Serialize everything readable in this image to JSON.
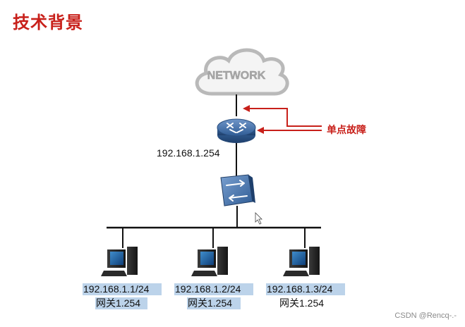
{
  "title": "技术背景",
  "cloud_label": "NETWORK",
  "callout_label": "单点故障",
  "router_ip": "192.168.1.254",
  "hosts": [
    {
      "ip": "192.168.1.1/24",
      "gateway": "网关1.254",
      "ip_highlight": true,
      "gateway_highlight": true
    },
    {
      "ip": "192.168.1.2/24",
      "gateway": "网关1.254",
      "ip_highlight": true,
      "gateway_highlight": true
    },
    {
      "ip": "192.168.1.3/24",
      "gateway": "网关1.254",
      "ip_highlight": true,
      "gateway_highlight": false
    }
  ],
  "watermark": "CSDN @Rencq-.-",
  "colors": {
    "accent_red": "#c8201a",
    "router_blue": "#2f5c95",
    "text_highlight": "#bcd3ea"
  }
}
